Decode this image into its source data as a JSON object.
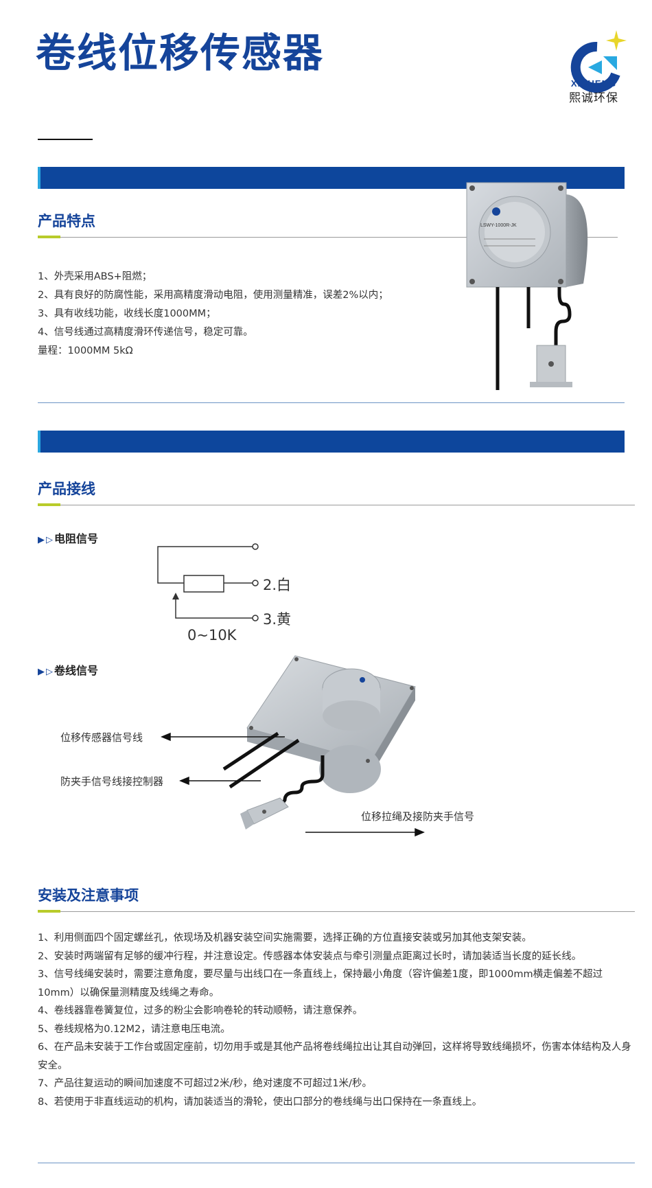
{
  "page": {
    "title": "卷线位移传感器"
  },
  "logo": {
    "en": "XICHENG",
    "cn": "熙诚环保",
    "colors": {
      "primary": "#15449a",
      "accent": "#29a9e1",
      "star": "#e8d52a"
    }
  },
  "section_features": {
    "heading": "产品特点",
    "items": [
      "1、外壳采用ABS+阻燃；",
      "2、具有良好的防腐性能，采用高精度滑动电阻，使用测量精准，误差2%以内；",
      "3、具有收线功能，收线长度1000MM；",
      "4、信号线通过高精度滑环传递信号，稳定可靠。",
      "量程：1000MM 5kΩ"
    ],
    "device_label": "LSWY-1000R-JK"
  },
  "section_wiring": {
    "heading": "产品接线",
    "resistor": {
      "heading": "电阻信号",
      "pin2": "2.白",
      "pin3": "3.黄",
      "range": "0~10K"
    },
    "cable": {
      "heading": "卷线信号",
      "label1": "位移传感器信号线",
      "label2": "防夹手信号线接控制器",
      "label3": "位移拉绳及接防夹手信号"
    }
  },
  "section_install": {
    "heading": "安装及注意事项",
    "items": [
      "1、利用侧面四个固定螺丝孔，依现场及机器安装空间实施需要，选择正确的方位直接安装或另加其他支架安装。",
      "2、安装时两端留有足够的缓冲行程，并注意设定。传感器本体安装点与牵引测量点距离过长时，请加装适当长度的延长线。",
      "3、信号线绳安装时，需要注意角度，要尽量与出线口在一条直线上，保持最小角度（容许偏差1度，即1000mm横走偏差不超过10mm）以确保量测精度及线绳之寿命。",
      "4、卷线器靠卷簧复位，过多的粉尘会影响卷轮的转动顺畅，请注意保养。",
      "5、卷线规格为0.12M2，请注意电压电流。",
      "6、在产品未安装于工作台或固定座前，切勿用手或是其他产品将卷线绳拉出让其自动弹回，这样将导致线绳损坏，伤害本体结构及人身安全。",
      "7、产品往复运动的瞬间加速度不可超过2米/秒，绝对速度不可超过1米/秒。",
      "8、若使用于非直线运动的机构，请加装适当的滑轮，使出口部分的卷线绳与出口保持在一条直线上。"
    ]
  }
}
